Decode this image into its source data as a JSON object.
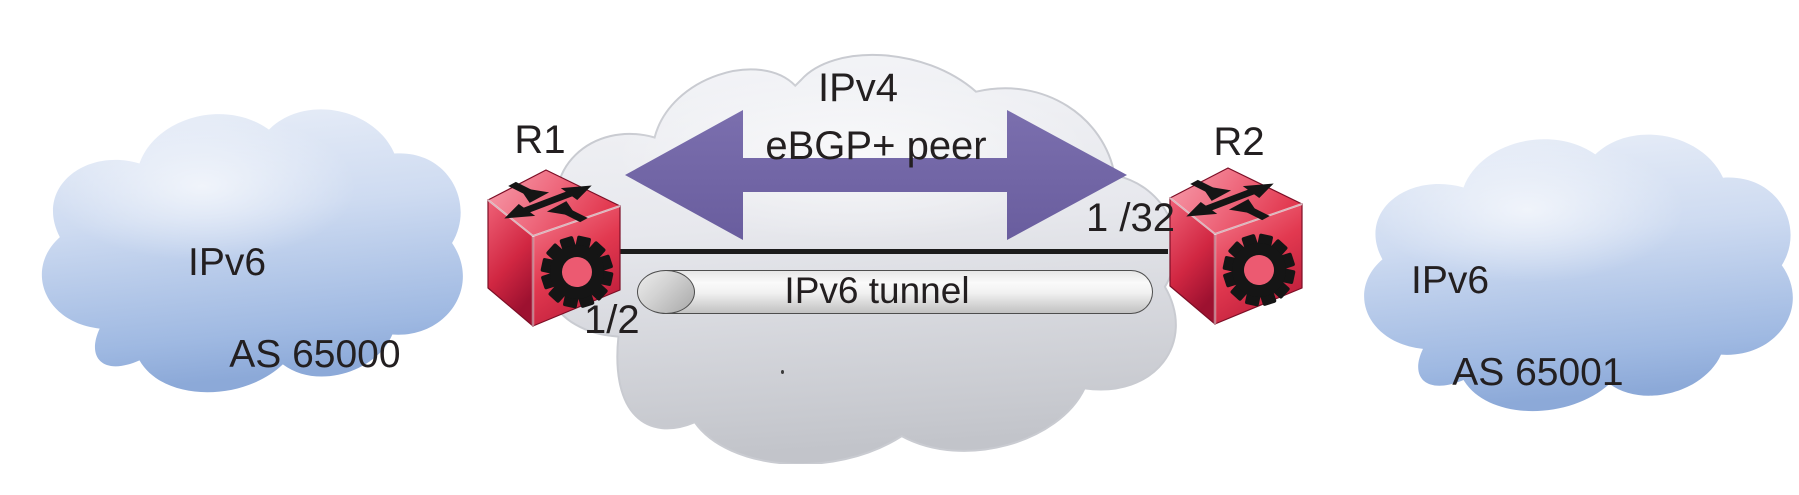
{
  "clouds": {
    "left": {
      "line1": "IPv6",
      "line2": "AS 65000",
      "fill": "#a9c0e4"
    },
    "center": {
      "title": "IPv4",
      "fill": "#dfe0e6"
    },
    "right": {
      "line1": "IPv6",
      "line2": "AS 65001",
      "fill": "#a9c0e4"
    }
  },
  "routers": {
    "r1": {
      "label": "R1",
      "port": "1/2"
    },
    "r2": {
      "label": "R2",
      "port": "1 /32"
    }
  },
  "links": {
    "peer_arrow": {
      "label": "eBGP+ peer",
      "color": "#7163a6"
    },
    "tunnel": {
      "label": "IPv6 tunnel"
    },
    "physical": {
      "color": "#1c1c1c"
    }
  },
  "colors": {
    "router_red": "#e23950",
    "text": "#231f20"
  }
}
